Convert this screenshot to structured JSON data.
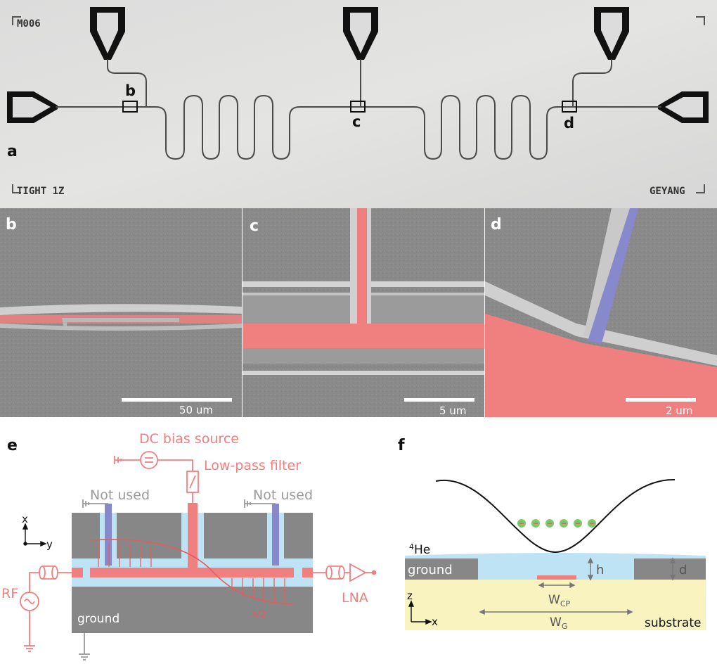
{
  "panel_a": {
    "letter": "a",
    "corner_tl": "M006",
    "corner_bl": "TIGHT 1Z",
    "corner_br": "GEYANG",
    "markers": [
      "b",
      "c",
      "d"
    ]
  },
  "panel_b": {
    "letter": "b",
    "scale": "50 um"
  },
  "panel_c": {
    "letter": "c",
    "scale": "5 um"
  },
  "panel_d": {
    "letter": "d",
    "scale": "2 um"
  },
  "panel_e": {
    "letter": "e",
    "dc_source": "DC bias source",
    "filter": "Low-pass filter",
    "not_used_left": "Not used",
    "not_used_right": "Not used",
    "rf": "RF",
    "lna": "LNA",
    "ground": "ground",
    "lambda": "λ/2",
    "axis_x": "x",
    "axis_y": "y"
  },
  "panel_f": {
    "letter": "f",
    "he_sup": "4",
    "he": "He",
    "ground": "ground",
    "h": "h",
    "d": "d",
    "w_cp": "W",
    "w_cp_sub": "CP",
    "w_g": "W",
    "w_g_sub": "G",
    "substrate": "substrate",
    "axis_z": "z",
    "axis_x": "x"
  },
  "colors": {
    "resonator": "#f08080",
    "helium": "#bde3f5",
    "metal": "#878787",
    "gate": "#8888cc",
    "substrate": "#f9f3c0"
  }
}
